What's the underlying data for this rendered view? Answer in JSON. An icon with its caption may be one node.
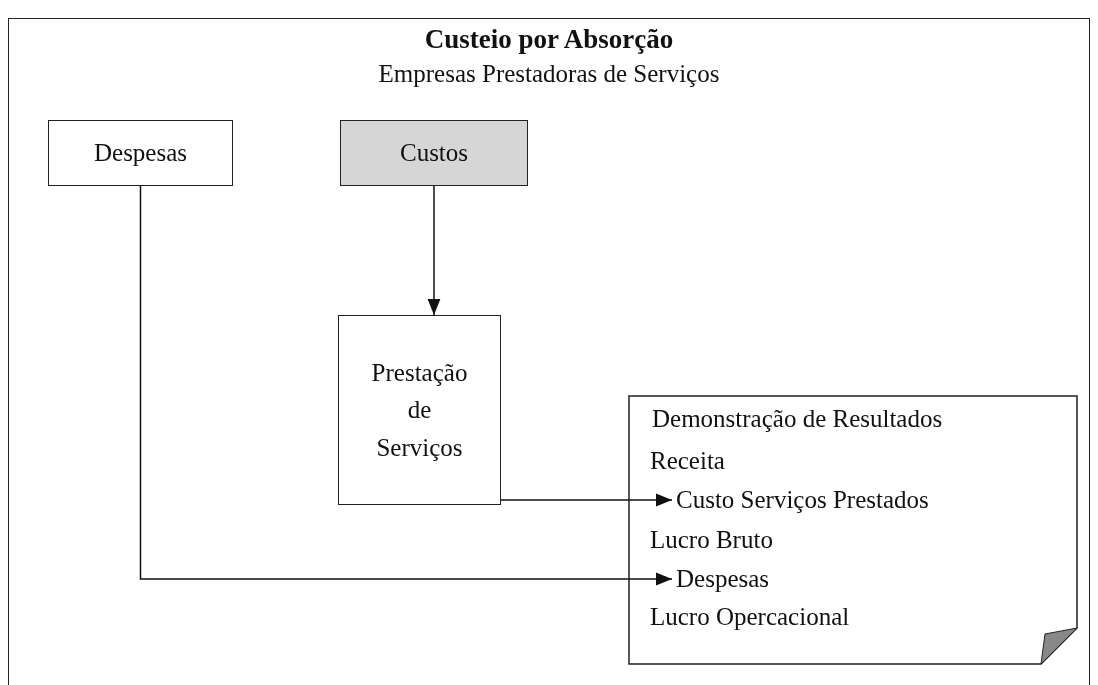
{
  "diagram": {
    "title": "Custeio por Absorção",
    "nodes": [
      {
        "text": [
          "Despesas"
        ]
      },
      {
        "text": [
          "Custos"
        ]
      },
      {
        "text": [
          "Prestação de Serviços"
        ]
      },
      {
        "text": [
          "Demonstração de Resultados"
        ]
      },
      {
        "text": [
          "Receita"
        ],
        "in": 3
      },
      {
        "text": [
          "Custo Serviços Prestados"
        ],
        "in": 3
      },
      {
        "text": [
          "Lucro Bruto"
        ],
        "in": 3
      },
      {
        "text": [
          "Despesas"
        ],
        "in": 3
      },
      {
        "text": [
          "Lucro Opercacional"
        ],
        "in": 3
      }
    ],
    "edges": [
      {
        "from": 1,
        "to": 2,
        "arrow": "to"
      },
      {
        "from": 2,
        "to": 5,
        "arrow": "to"
      },
      {
        "from": 0,
        "to": 7,
        "arrow": "to"
      }
    ],
    "labels": [
      "Empresas Prestadoras de Serviços"
    ]
  }
}
